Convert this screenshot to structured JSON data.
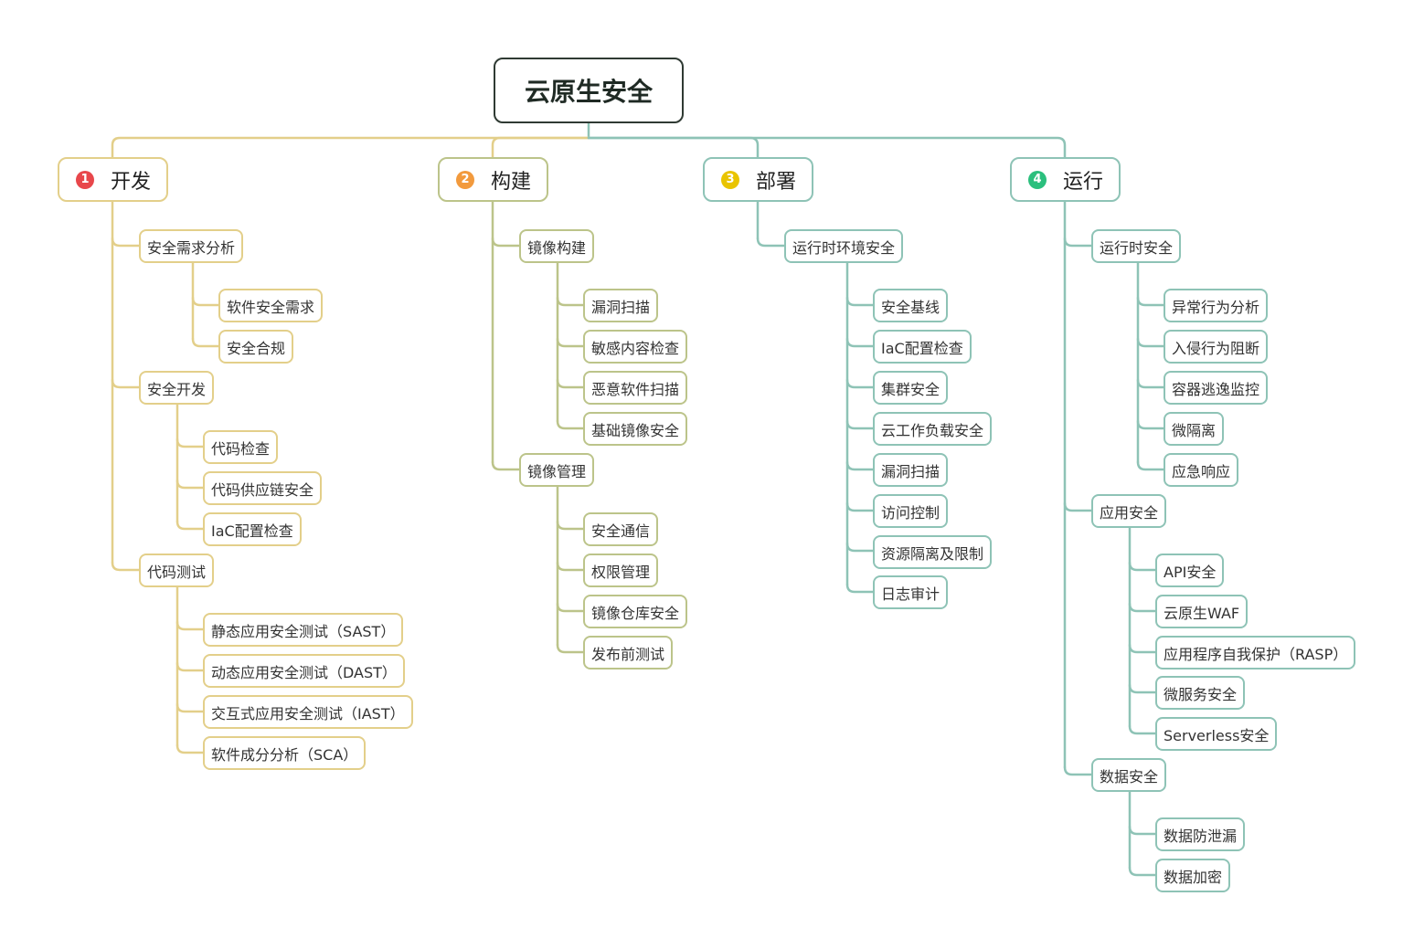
{
  "root": {
    "label": "云原生安全"
  },
  "colors": {
    "gold": "#e3cf8a",
    "olive": "#bcc48a",
    "teal": "#8ec3b6",
    "dark": "#2f3a33"
  },
  "branches": [
    {
      "number": "1",
      "label": "开发",
      "badge_color": "#e8474b",
      "children": [
        {
          "label": "安全需求分析",
          "children": [
            "软件安全需求",
            "安全合规"
          ]
        },
        {
          "label": "安全开发",
          "children": [
            "代码检查",
            "代码供应链安全",
            "IaC配置检查"
          ]
        },
        {
          "label": "代码测试",
          "children": [
            "静态应用安全测试（SAST）",
            "动态应用安全测试（DAST）",
            "交互式应用安全测试（IAST）",
            "软件成分分析（SCA）"
          ]
        }
      ]
    },
    {
      "number": "2",
      "label": "构建",
      "badge_color": "#f29a3d",
      "children": [
        {
          "label": "镜像构建",
          "children": [
            "漏洞扫描",
            "敏感内容检查",
            "恶意软件扫描",
            "基础镜像安全"
          ]
        },
        {
          "label": "镜像管理",
          "children": [
            "安全通信",
            "权限管理",
            "镜像仓库安全",
            "发布前测试"
          ]
        }
      ]
    },
    {
      "number": "3",
      "label": "部署",
      "badge_color": "#e9c400",
      "children": [
        {
          "label": "运行时环境安全",
          "children": [
            "安全基线",
            "IaC配置检查",
            "集群安全",
            "云工作负载安全",
            "漏洞扫描",
            "访问控制",
            "资源隔离及限制",
            "日志审计"
          ]
        }
      ]
    },
    {
      "number": "4",
      "label": "运行",
      "badge_color": "#2bbf7d",
      "children": [
        {
          "label": "运行时安全",
          "children": [
            "异常行为分析",
            "入侵行为阻断",
            "容器逃逸监控",
            "微隔离",
            "应急响应"
          ]
        },
        {
          "label": "应用安全",
          "children": [
            "API安全",
            "云原生WAF",
            "应用程序自我保护（RASP）",
            "微服务安全",
            "Serverless安全"
          ]
        },
        {
          "label": "数据安全",
          "children": [
            "数据防泄漏",
            "数据加密"
          ]
        }
      ]
    }
  ]
}
